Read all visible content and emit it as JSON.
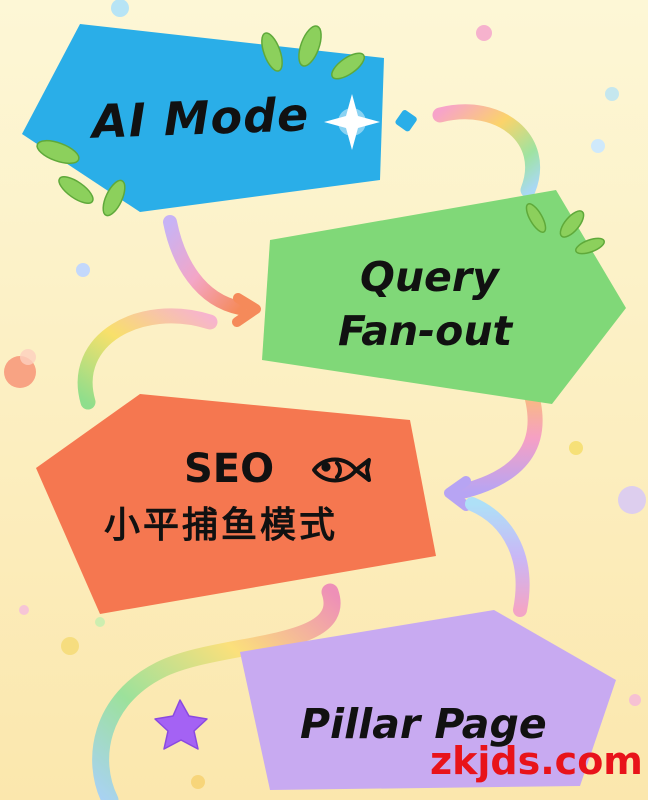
{
  "cards": {
    "ai_mode": {
      "label": "AI Mode",
      "color": "#2aaee8"
    },
    "query_fanout": {
      "line1": "Query",
      "line2": "Fan-out",
      "color": "#7fd877"
    },
    "seo": {
      "line1": "SEO",
      "line2": "小平捕鱼模式",
      "color": "#f57650",
      "icon": "fish-icon"
    },
    "pillar_page": {
      "label": "Pillar Page",
      "color": "#c8a9f0"
    }
  },
  "icons": [
    "sparkle-icon",
    "fish-icon",
    "star-icon",
    "leaf-icon"
  ],
  "watermark": {
    "text": "zkjds.com",
    "color": "#e8131a"
  },
  "background": {
    "top": "#fdf6d2",
    "bottom": "#fbe9b0"
  }
}
